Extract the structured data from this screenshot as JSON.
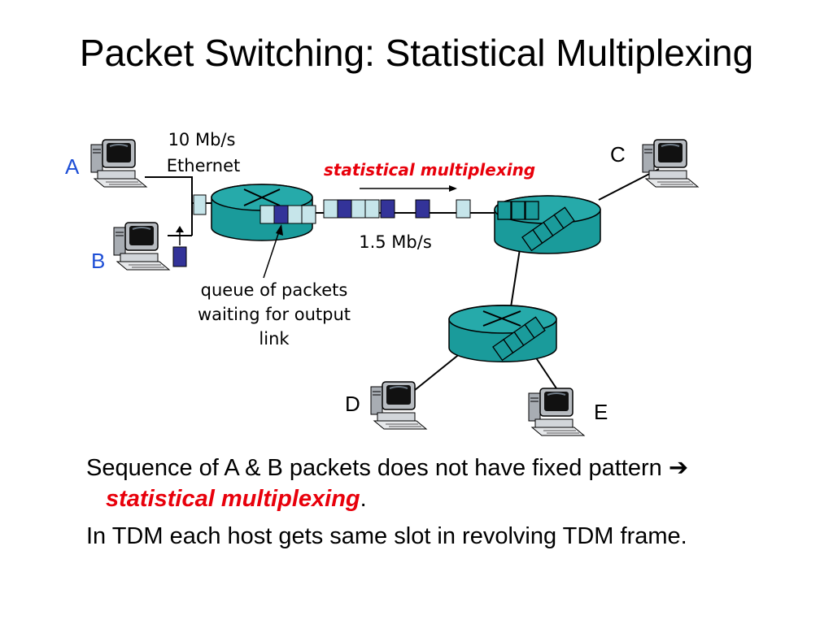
{
  "slide": {
    "title": "Packet Switching: Statistical Multiplexing"
  },
  "diagram": {
    "link_speed_label_line1": "10 Mb/s",
    "link_speed_label_line2": "Ethernet",
    "mux_label": "statistical multiplexing",
    "trunk_label": "1.5 Mb/s",
    "queue_label_line1": "queue of packets",
    "queue_label_line2": "waiting for output",
    "queue_label_line3": "link",
    "hosts": {
      "a": "A",
      "b": "B",
      "c": "C",
      "d": "D",
      "e": "E"
    },
    "colors": {
      "router": "#1a9b9b",
      "packet_a": "#c6e5ea",
      "packet_b": "#333399",
      "accent": "#e8000b",
      "host_label": "#1e4fd6"
    }
  },
  "bullets": {
    "b1_text": "Sequence of A & B packets does not have fixed pattern ",
    "b1_arrow": "➔",
    "b1_emphasis": "statistical multiplexing",
    "b1_end": ".",
    "b2_text": "In TDM each host gets same slot in revolving TDM frame."
  }
}
